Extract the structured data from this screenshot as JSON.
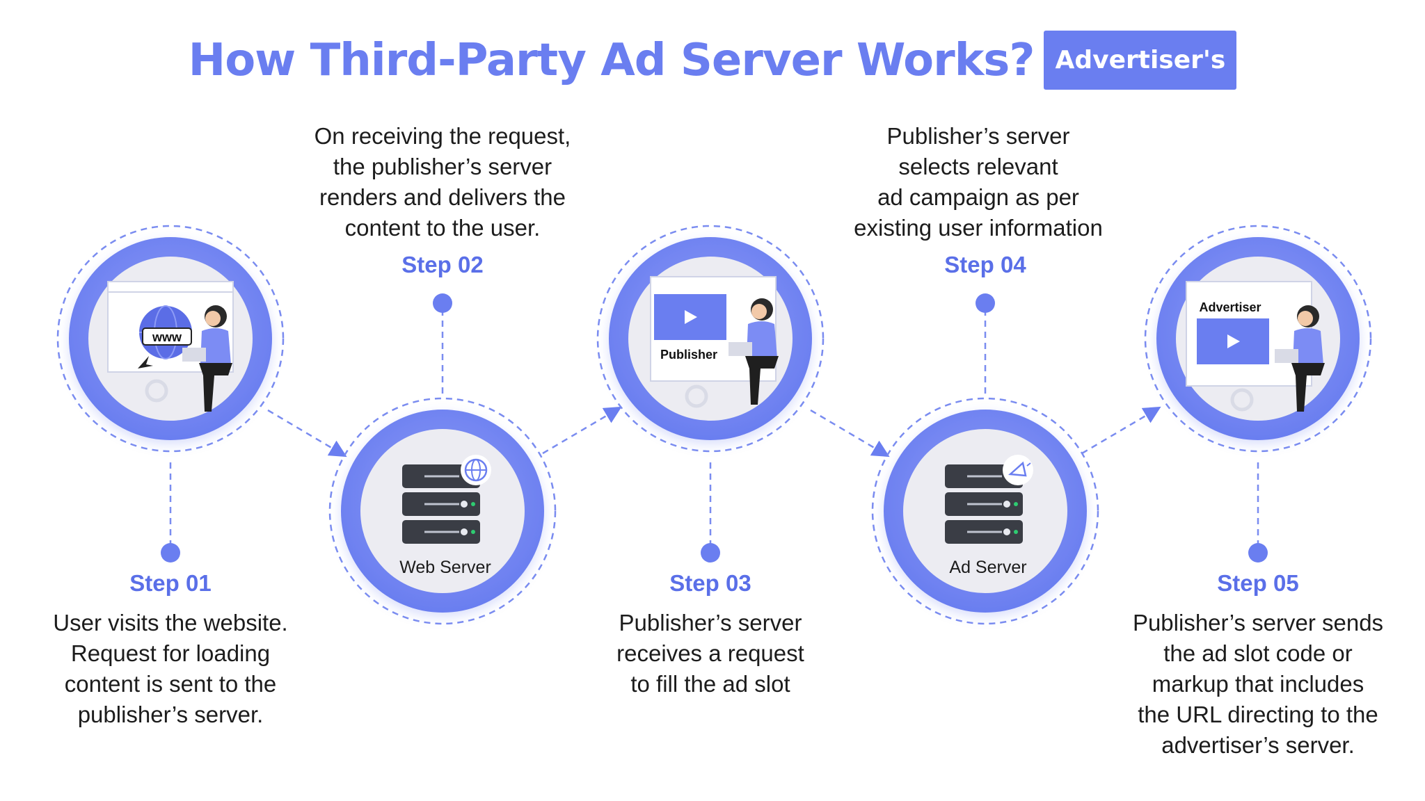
{
  "title": "How Third-Party Ad Server Works?",
  "badge": "Advertiser's",
  "steps": [
    {
      "label": "Step 01",
      "lines": [
        "User visits the website.",
        "Request for loading",
        "content is sent to the",
        "publisher’s server."
      ],
      "screen_text": "www"
    },
    {
      "label": "Step 02",
      "lines": [
        "On receiving the request,",
        "the publisher’s server",
        "renders and delivers the",
        "content to the user."
      ],
      "caption": "Web Server",
      "icon": "globe-icon"
    },
    {
      "label": "Step 03",
      "lines": [
        "Publisher’s server",
        "receives a request",
        "to fill the ad slot"
      ],
      "screen_text": "Publisher"
    },
    {
      "label": "Step 04",
      "lines": [
        "Publisher’s server",
        "selects relevant",
        "ad campaign as per",
        "existing user information"
      ],
      "caption": "Ad Server",
      "icon": "megaphone-icon"
    },
    {
      "label": "Step 05",
      "lines": [
        "Publisher’s server sends",
        "the ad slot code or",
        "markup that includes",
        "the URL directing to the",
        "advertiser’s server."
      ],
      "screen_text": "Advertiser"
    }
  ],
  "colors": {
    "accent": "#6a7ef0",
    "ring": "#7c8cf4",
    "inner": "#ececf2",
    "dashed": "#7a8cf0",
    "label": "#5a6fe8"
  }
}
